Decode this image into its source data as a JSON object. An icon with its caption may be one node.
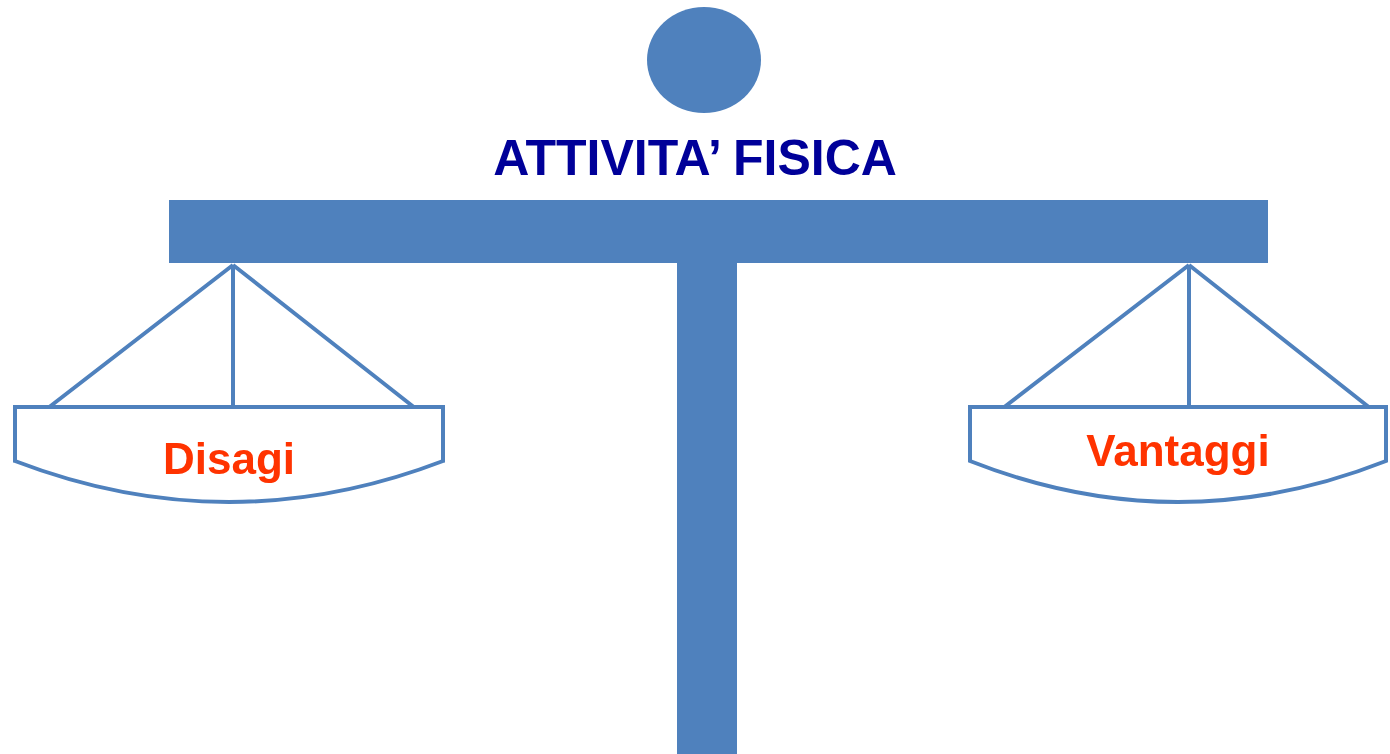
{
  "diagram": {
    "title": "ATTIVITA’ FISICA",
    "nodes": [
      {
        "text": [
          "Disagi"
        ]
      },
      {
        "text": [
          "Vantaggi"
        ]
      }
    ]
  }
}
